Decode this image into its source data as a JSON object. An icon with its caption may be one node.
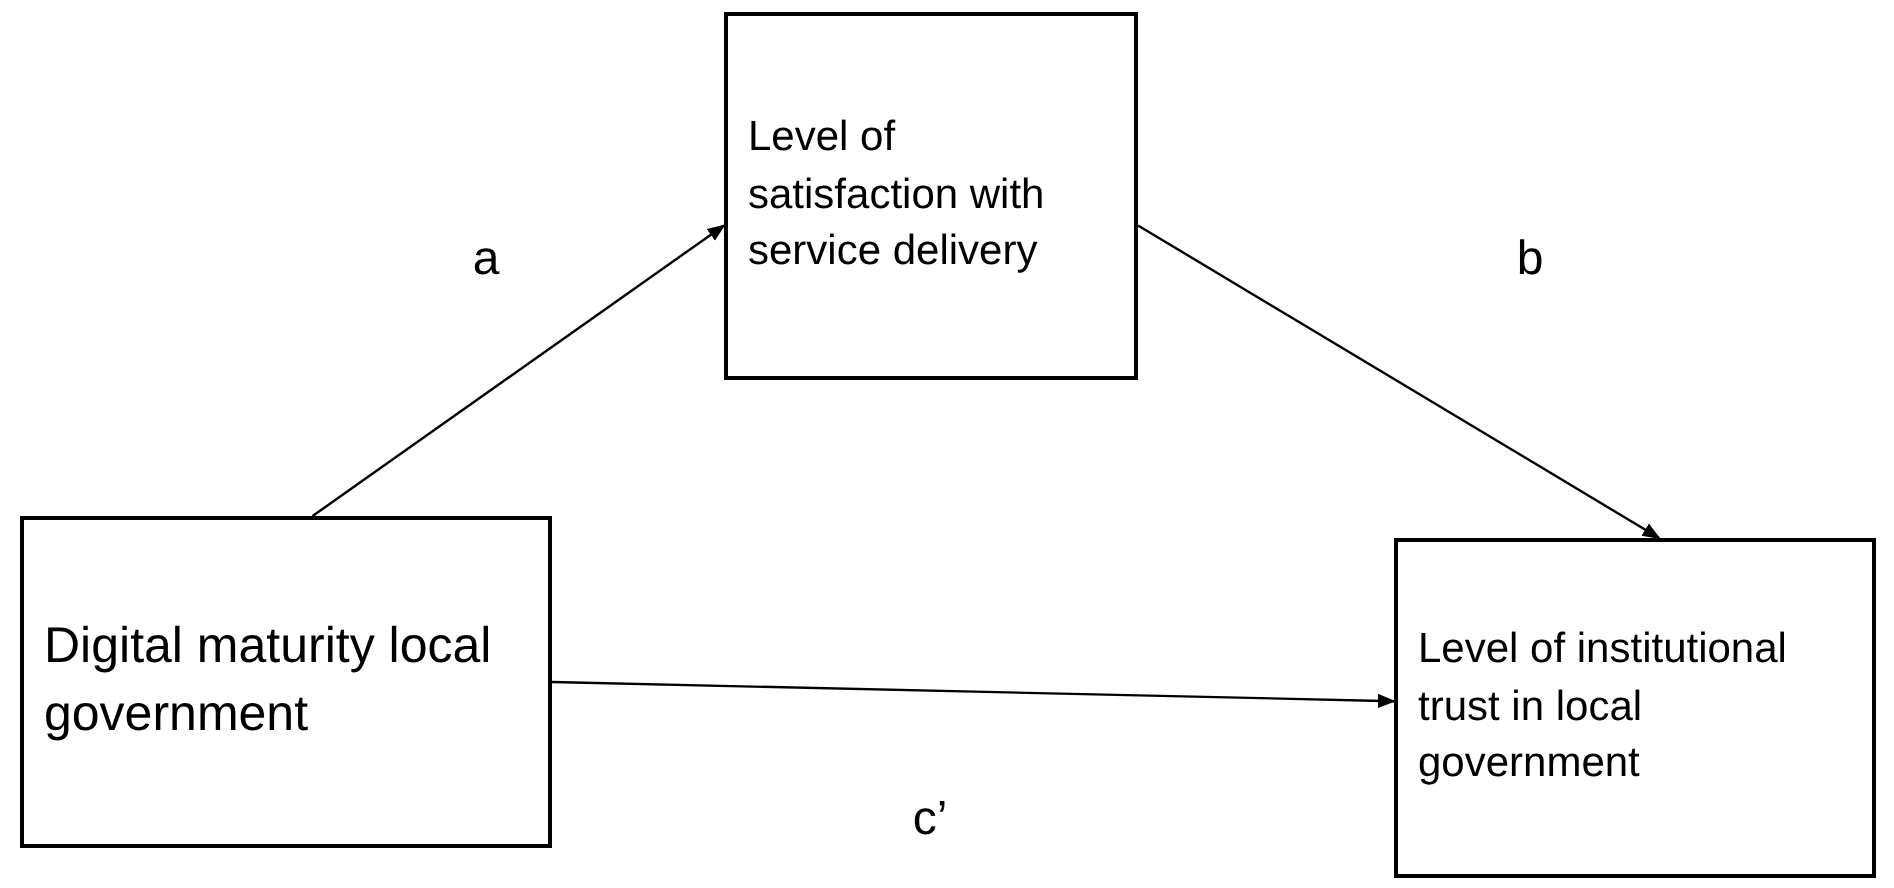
{
  "diagram": {
    "nodes": [
      {
        "text": [
          "Digital maturity local government"
        ]
      },
      {
        "text": [
          "Level of satisfaction with service delivery"
        ]
      },
      {
        "text": [
          "Level of institutional trust in local government"
        ]
      }
    ],
    "edges": [
      {
        "from": 0,
        "to": 1,
        "arrow": "to",
        "label": "a"
      },
      {
        "from": 1,
        "to": 2,
        "arrow": "to",
        "label": "b"
      },
      {
        "from": 0,
        "to": 2,
        "arrow": "to",
        "label": "c’"
      }
    ]
  }
}
